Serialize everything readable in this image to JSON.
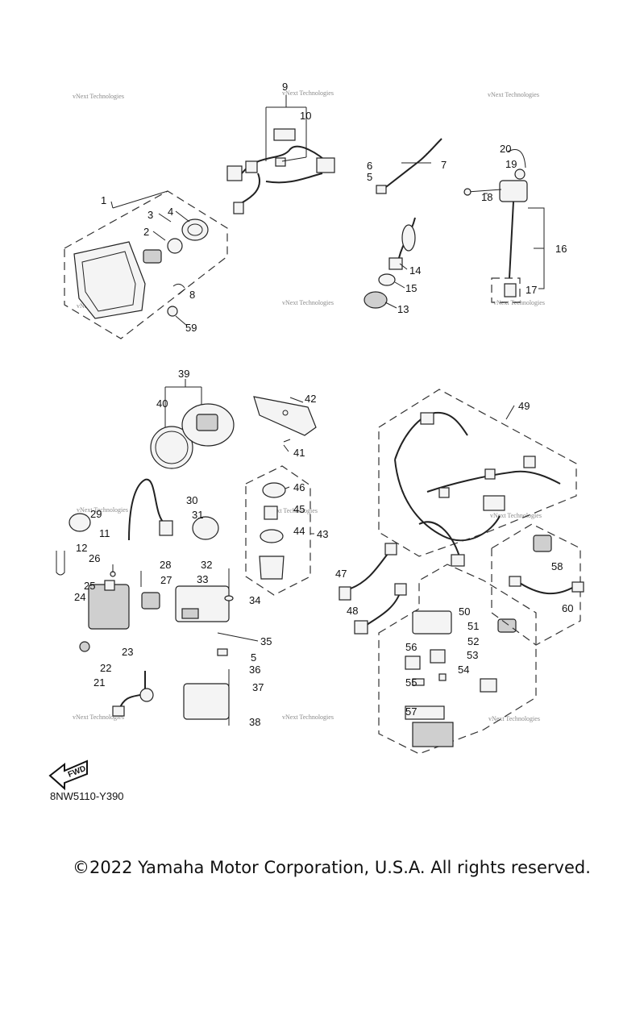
{
  "diagram": {
    "part_numbers": [
      "1",
      "2",
      "3",
      "4",
      "5",
      "6",
      "7",
      "8",
      "9",
      "10",
      "11",
      "12",
      "13",
      "14",
      "15",
      "16",
      "17",
      "18",
      "19",
      "20",
      "21",
      "22",
      "23",
      "24",
      "25",
      "26",
      "27",
      "28",
      "29",
      "30",
      "31",
      "32",
      "33",
      "34",
      "35",
      "36",
      "37",
      "38",
      "39",
      "40",
      "41",
      "42",
      "43",
      "44",
      "45",
      "46",
      "47",
      "48",
      "49",
      "50",
      "51",
      "52",
      "53",
      "54",
      "55",
      "56",
      "57",
      "58",
      "59",
      "60"
    ],
    "watermark": "vNext Technologies",
    "fwd_label": "FWD",
    "drawing_code": "8NW5110-Y390",
    "copyright": "©2022 Yamaha Motor Corporation, U.S.A. All rights reserved."
  }
}
